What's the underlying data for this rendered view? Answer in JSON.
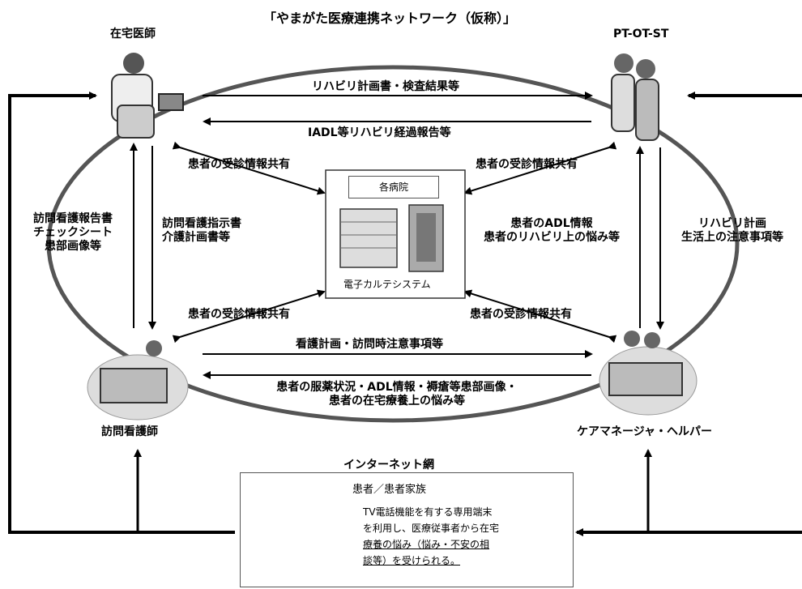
{
  "title": "「やまがた医療連携ネットワーク（仮称）」",
  "nodes": {
    "doctor": "在宅医師",
    "therapist": "PT-OT-ST",
    "nurse": "訪問看護師",
    "care": "ケアマネージャ・ヘルパー",
    "hospital": "各病院",
    "ehr": "電子カルテシステム"
  },
  "arrows": {
    "top_right": "リハビリ計画書・検査結果等",
    "top_left": "IADL等リハビリ経過報告等",
    "share_tl": "患者の受診情報共有",
    "share_tr": "患者の受診情報共有",
    "share_bl": "患者の受診情報共有",
    "share_br": "患者の受診情報共有",
    "left_up": [
      "訪問看護報告書",
      "チェックシート",
      "患部画像等"
    ],
    "left_down": [
      "訪問看護指示書",
      "介護計画書等"
    ],
    "right_center": [
      "患者のADL情報",
      "患者のリハビリ上の悩み等"
    ],
    "right_side": [
      "リハビリ計画",
      "生活上の注意事項等"
    ],
    "bottom_right": "看護計画・訪問時注意事項等",
    "bottom_left": [
      "患者の服薬状況・ADL情報・褥瘡等患部画像・",
      "患者の在宅療養上の悩み等"
    ]
  },
  "internet": {
    "label": "インターネット網",
    "subtitle": "患者／患者家族",
    "desc_lines": [
      "TV電話機能を有する専用端末",
      "を利用し、医療従事者から在宅",
      "療養の悩み（悩み・不安の相",
      "談等）を受けられる。"
    ]
  }
}
